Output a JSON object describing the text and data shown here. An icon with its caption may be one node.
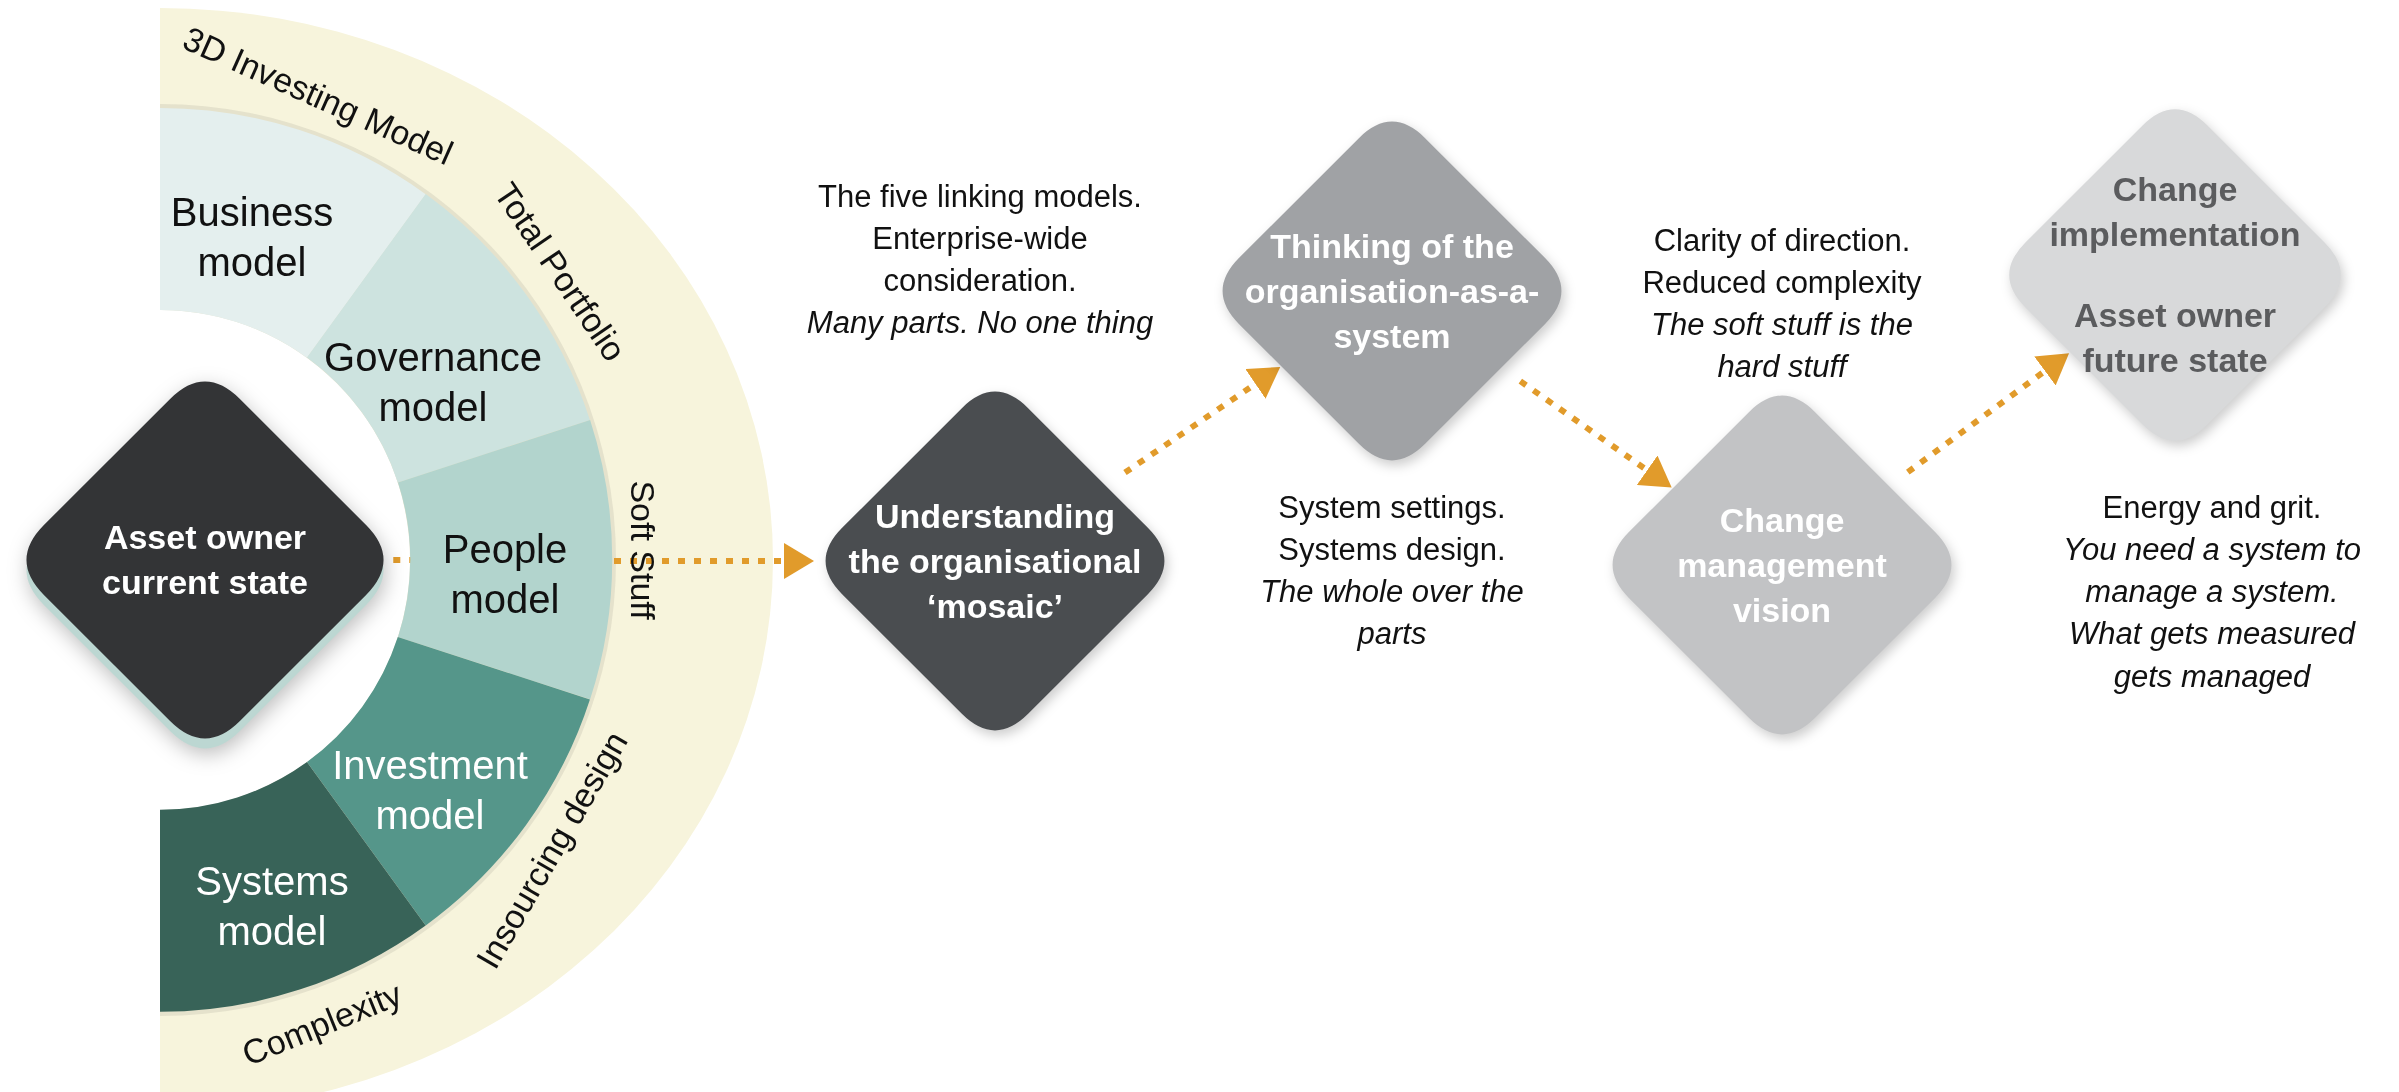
{
  "diagram": {
    "nodes": [
      {
        "text": [
          "Asset owner current state"
        ]
      },
      {
        "text": [
          "Business model"
        ]
      },
      {
        "text": [
          "Governance model"
        ]
      },
      {
        "text": [
          "People model"
        ]
      },
      {
        "text": [
          "Investment model"
        ]
      },
      {
        "text": [
          "Systems model"
        ]
      },
      {
        "text": [
          "Understanding the organisational ‘mosaic’"
        ],
        "beside": [
          "The five linking models. Enterprise-wide consideration. *Many parts. No one thing*"
        ]
      },
      {
        "text": [
          "Thinking of the organisation-as-a-system"
        ],
        "beside": [
          "System settings. Systems design. *The whole over the parts*"
        ]
      },
      {
        "text": [
          "Change management vision"
        ],
        "beside": [
          "Clarity of direction. Reduced complexity *The soft stuff is the hard stuff*"
        ]
      },
      {
        "text": [
          "Change implementation",
          "Asset owner future state"
        ],
        "beside": [
          "Energy and grit. *You need a system to manage a system. What gets measured gets managed*"
        ]
      }
    ],
    "edges": [
      {
        "from": 0,
        "to": 3,
        "arrow": "none"
      },
      {
        "from": 3,
        "to": 6,
        "arrow": "to"
      },
      {
        "from": 6,
        "to": 7,
        "arrow": "to"
      },
      {
        "from": 7,
        "to": 8,
        "arrow": "to"
      },
      {
        "from": 8,
        "to": 9,
        "arrow": "to"
      }
    ],
    "labels": [
      "3D Investing Model",
      "Total Portfolio",
      "Soft Stuff",
      "Insourcing design",
      "Complexity"
    ]
  }
}
